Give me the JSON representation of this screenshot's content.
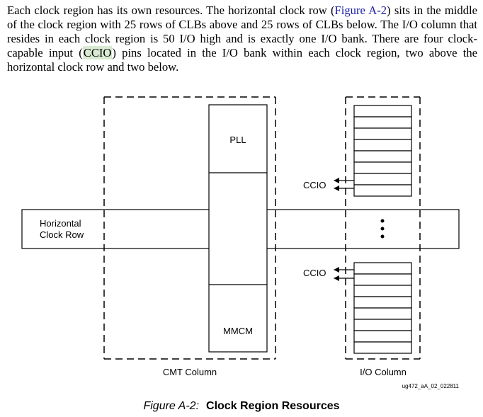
{
  "paragraph": {
    "part1": "Each clock region has its own resources. The horizontal clock row (",
    "link": "Figure A-2",
    "part2": ") sits in the middle of the clock region with 25 rows of CLBs above and 25 rows of CLBs below. The I/O column that resides in each clock region is 50 I/O high and is exactly one I/O bank. There are four clock-capable input (",
    "highlight": "CCIO",
    "part3": ") pins located in the I/O bank within each clock region, two above the horizontal clock row and two below."
  },
  "figure": {
    "pll_label": "PLL",
    "mmcm_label": "MMCM",
    "horizontal_label_line1": "Horizontal",
    "horizontal_label_line2": "Clock Row",
    "ccio_top_label": "CCIO",
    "ccio_bottom_label": "CCIO",
    "cmt_column_label": "CMT Column",
    "io_column_label": "I/O Column",
    "figure_id": "ug472_aA_02_022811"
  },
  "caption": {
    "number": "Figure A-2:",
    "title": "Clock Region Resources"
  }
}
